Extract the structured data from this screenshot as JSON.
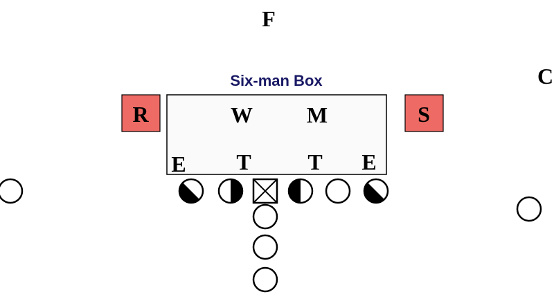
{
  "box_title": "Six-man Box",
  "free_safety": "F",
  "corner_right": "C",
  "rover": "R",
  "strong_safety": "S",
  "linebackers": {
    "weak": "W",
    "mike": "M"
  },
  "line": {
    "left_end": "E",
    "left_tackle": "T",
    "right_tackle": "T",
    "right_end": "E"
  },
  "colors": {
    "highlight_fill": "#ee6b65",
    "box_title": "#1a1a66"
  }
}
